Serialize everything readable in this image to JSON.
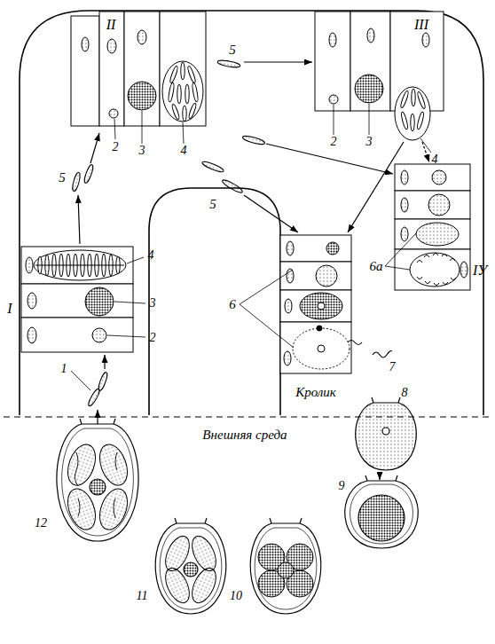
{
  "diagram": {
    "labels": [
      "II",
      "III",
      "5",
      "2",
      "3",
      "4",
      "2",
      "3",
      "4",
      "5",
      "5",
      "4",
      "IУ",
      "6",
      "6а",
      "I",
      "3",
      "2",
      "7",
      "1",
      "Кролик",
      "8",
      "Внешняя среда",
      "9",
      "12",
      "11",
      "10"
    ]
  }
}
